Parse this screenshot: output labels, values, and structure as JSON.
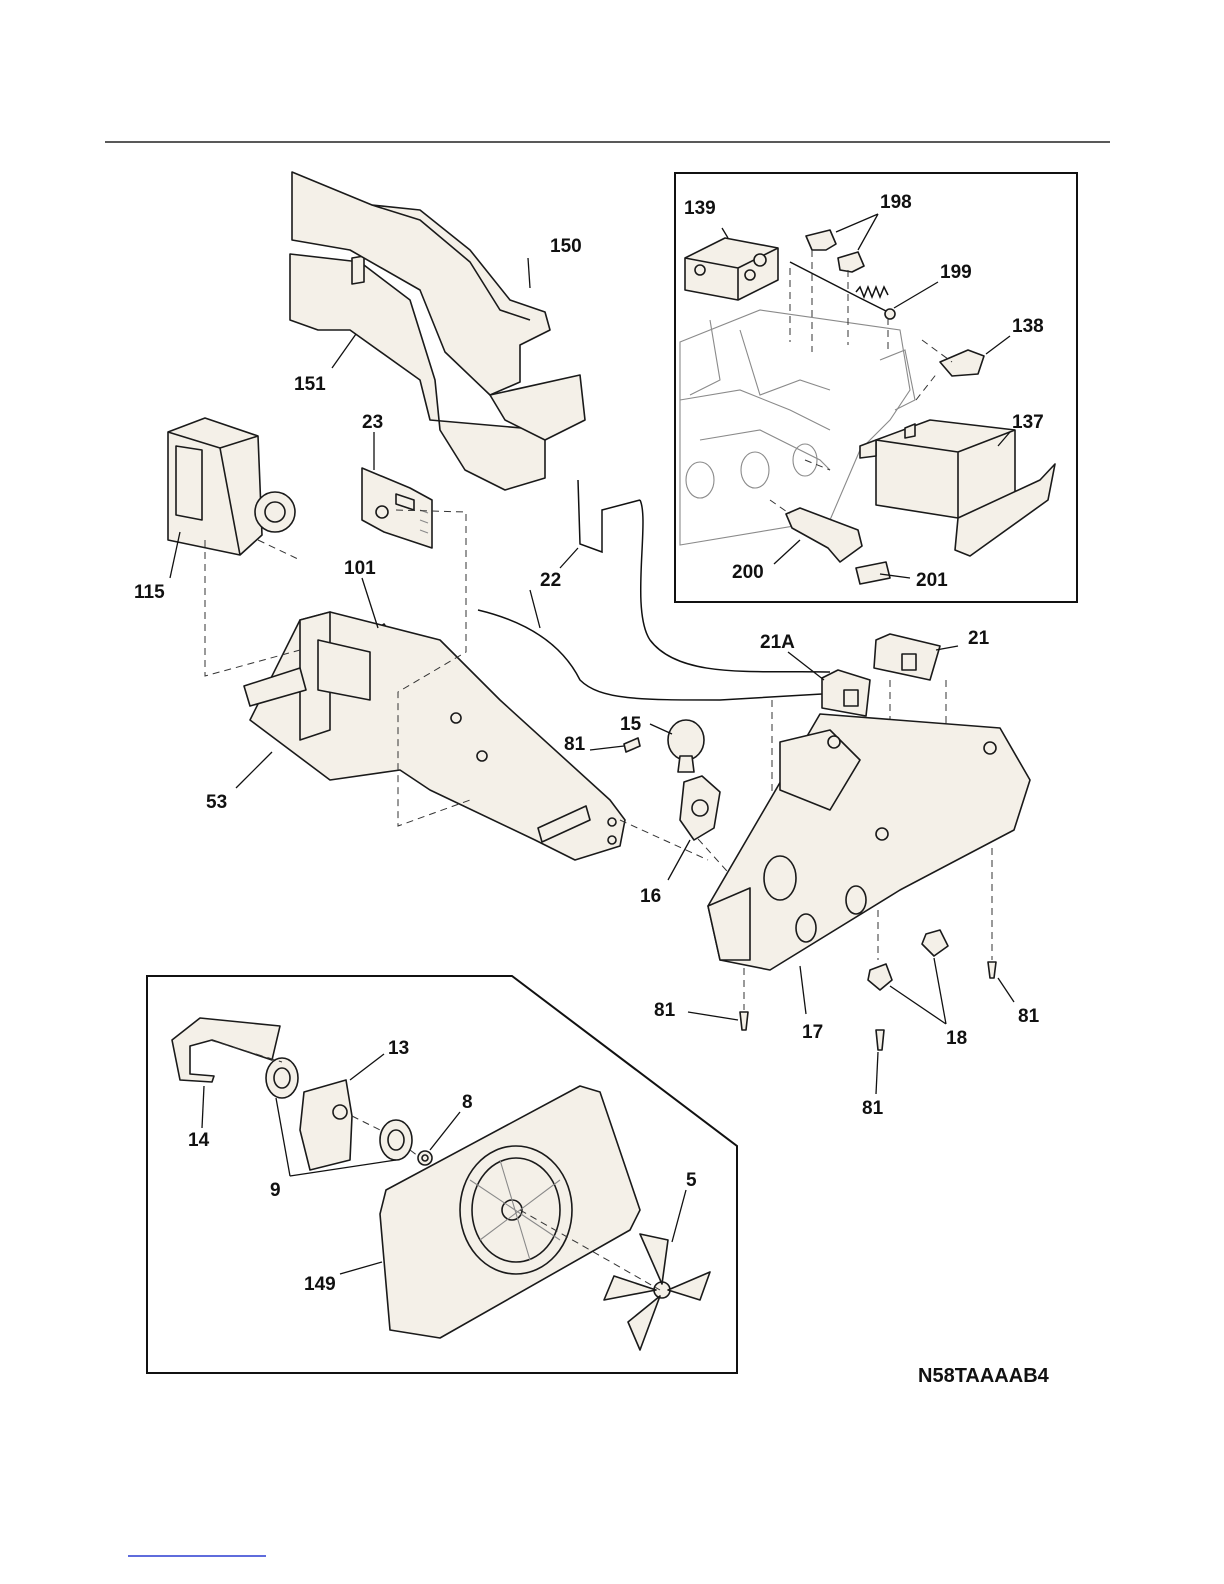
{
  "diagram_code": "N58TAAAAB4",
  "callouts": {
    "c150": "150",
    "c151": "151",
    "c23": "23",
    "c115": "115",
    "c101": "101",
    "c22": "22",
    "c53": "53",
    "c81a": "81",
    "c15": "15",
    "c16": "16",
    "c21A": "21A",
    "c21": "21",
    "c17": "17",
    "c18": "18",
    "c81b": "81",
    "c81c": "81",
    "c81d": "81",
    "c139": "139",
    "c198": "198",
    "c199": "199",
    "c138": "138",
    "c137": "137",
    "c200": "200",
    "c201": "201",
    "c13": "13",
    "c14": "14",
    "c8": "8",
    "c9": "9",
    "c5": "5",
    "c149": "149"
  }
}
